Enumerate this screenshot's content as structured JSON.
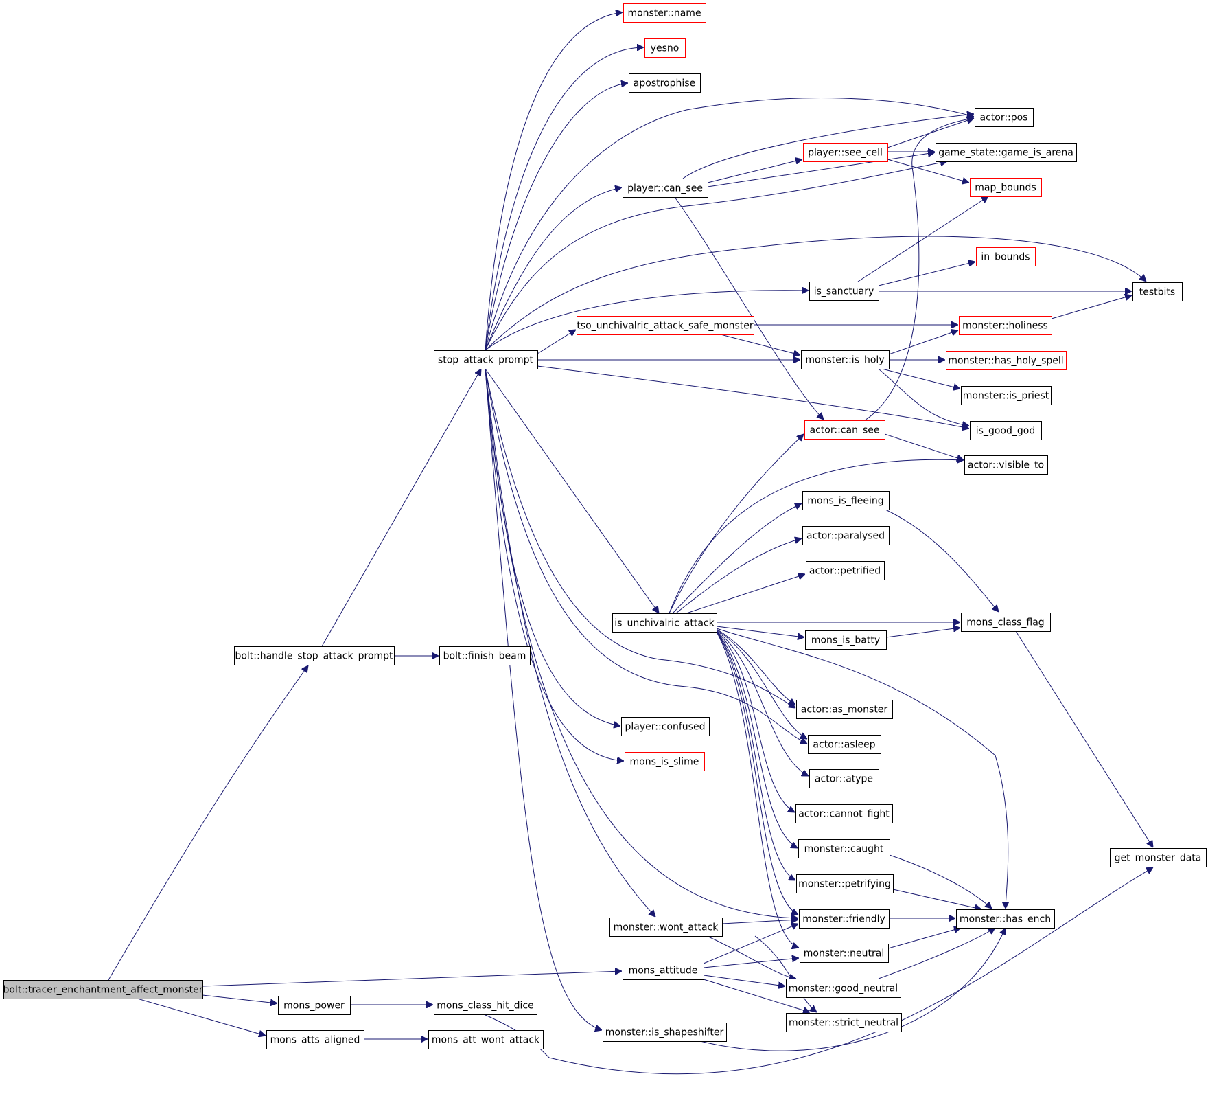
{
  "nodes": [
    {
      "id": "root",
      "label": "bolt::tracer_enchantment_affect_monster",
      "red": false,
      "root": true
    },
    {
      "id": "hsap",
      "label": "bolt::handle_stop_attack_prompt",
      "red": false
    },
    {
      "id": "mpow",
      "label": "mons_power",
      "red": false
    },
    {
      "id": "maa",
      "label": "mons_atts_aligned",
      "red": false
    },
    {
      "id": "sap",
      "label": "stop_attack_prompt",
      "red": false
    },
    {
      "id": "fbeam",
      "label": "bolt::finish_beam",
      "red": false
    },
    {
      "id": "mchd",
      "label": "mons_class_hit_dice",
      "red": false
    },
    {
      "id": "mawa",
      "label": "mons_att_wont_attack",
      "red": false
    },
    {
      "id": "mname",
      "label": "monster::name",
      "red": true
    },
    {
      "id": "yesno",
      "label": "yesno",
      "red": true
    },
    {
      "id": "apos",
      "label": "apostrophise",
      "red": false
    },
    {
      "id": "pcansee",
      "label": "player::can_see",
      "red": false
    },
    {
      "id": "tso",
      "label": "tso_unchivalric_attack_safe_monster",
      "red": true
    },
    {
      "id": "iua",
      "label": "is_unchivalric_attack",
      "red": false
    },
    {
      "id": "pconf",
      "label": "player::confused",
      "red": false
    },
    {
      "id": "mslime",
      "label": "mons_is_slime",
      "red": true
    },
    {
      "id": "mwont",
      "label": "monster::wont_attack",
      "red": false
    },
    {
      "id": "matt",
      "label": "mons_attitude",
      "red": false
    },
    {
      "id": "mshape",
      "label": "monster::is_shapeshifter",
      "red": false
    },
    {
      "id": "pseecell",
      "label": "player::see_cell",
      "red": true
    },
    {
      "id": "issanc",
      "label": "is_sanctuary",
      "red": false
    },
    {
      "id": "misholy",
      "label": "monster::is_holy",
      "red": false
    },
    {
      "id": "acansee",
      "label": "actor::can_see",
      "red": true
    },
    {
      "id": "mflee",
      "label": "mons_is_fleeing",
      "red": false
    },
    {
      "id": "apara",
      "label": "actor::paralysed",
      "red": false
    },
    {
      "id": "apet",
      "label": "actor::petrified",
      "red": false
    },
    {
      "id": "mbatty",
      "label": "mons_is_batty",
      "red": false
    },
    {
      "id": "aasmon",
      "label": "actor::as_monster",
      "red": false
    },
    {
      "id": "asleep",
      "label": "actor::asleep",
      "red": false
    },
    {
      "id": "atype",
      "label": "actor::atype",
      "red": false
    },
    {
      "id": "acfight",
      "label": "actor::cannot_fight",
      "red": false
    },
    {
      "id": "mcaught",
      "label": "monster::caught",
      "red": false
    },
    {
      "id": "mpetrif",
      "label": "monster::petrifying",
      "red": false
    },
    {
      "id": "mfriend",
      "label": "monster::friendly",
      "red": false
    },
    {
      "id": "mneutral",
      "label": "monster::neutral",
      "red": false
    },
    {
      "id": "mgood",
      "label": "monster::good_neutral",
      "red": false
    },
    {
      "id": "mstrict",
      "label": "monster::strict_neutral",
      "red": false
    },
    {
      "id": "apos2",
      "label": "actor::pos",
      "red": false
    },
    {
      "id": "gsarena",
      "label": "game_state::game_is_arena",
      "red": false
    },
    {
      "id": "mapb",
      "label": "map_bounds",
      "red": true
    },
    {
      "id": "inb",
      "label": "in_bounds",
      "red": true
    },
    {
      "id": "testbits",
      "label": "testbits",
      "red": false
    },
    {
      "id": "mholi",
      "label": "monster::holiness",
      "red": true
    },
    {
      "id": "mhhs",
      "label": "monster::has_holy_spell",
      "red": true
    },
    {
      "id": "mispr",
      "label": "monster::is_priest",
      "red": false
    },
    {
      "id": "igg",
      "label": "is_good_god",
      "red": false
    },
    {
      "id": "avis",
      "label": "actor::visible_to",
      "red": false
    },
    {
      "id": "mcf",
      "label": "mons_class_flag",
      "red": false
    },
    {
      "id": "mhench",
      "label": "monster::has_ench",
      "red": false
    },
    {
      "id": "gmd",
      "label": "get_monster_data",
      "red": false
    }
  ]
}
